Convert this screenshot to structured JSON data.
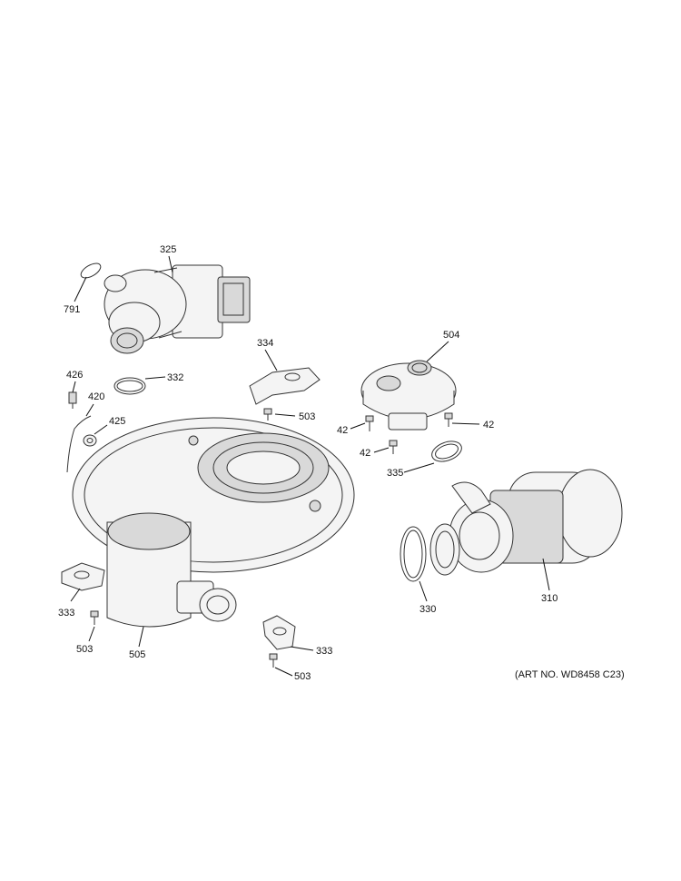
{
  "diagram": {
    "art_number": "(ART NO. WD8458 C23)",
    "callouts": {
      "c325": "325",
      "c791": "791",
      "c426": "426",
      "c332": "332",
      "c420": "420",
      "c425": "425",
      "c334": "334",
      "c503a": "503",
      "c504": "504",
      "c42a": "42",
      "c42b": "42",
      "c42c": "42",
      "c335": "335",
      "c333a": "333",
      "c503b": "503",
      "c505": "505",
      "c333b": "333",
      "c503c": "503",
      "c330": "330",
      "c310": "310"
    }
  }
}
